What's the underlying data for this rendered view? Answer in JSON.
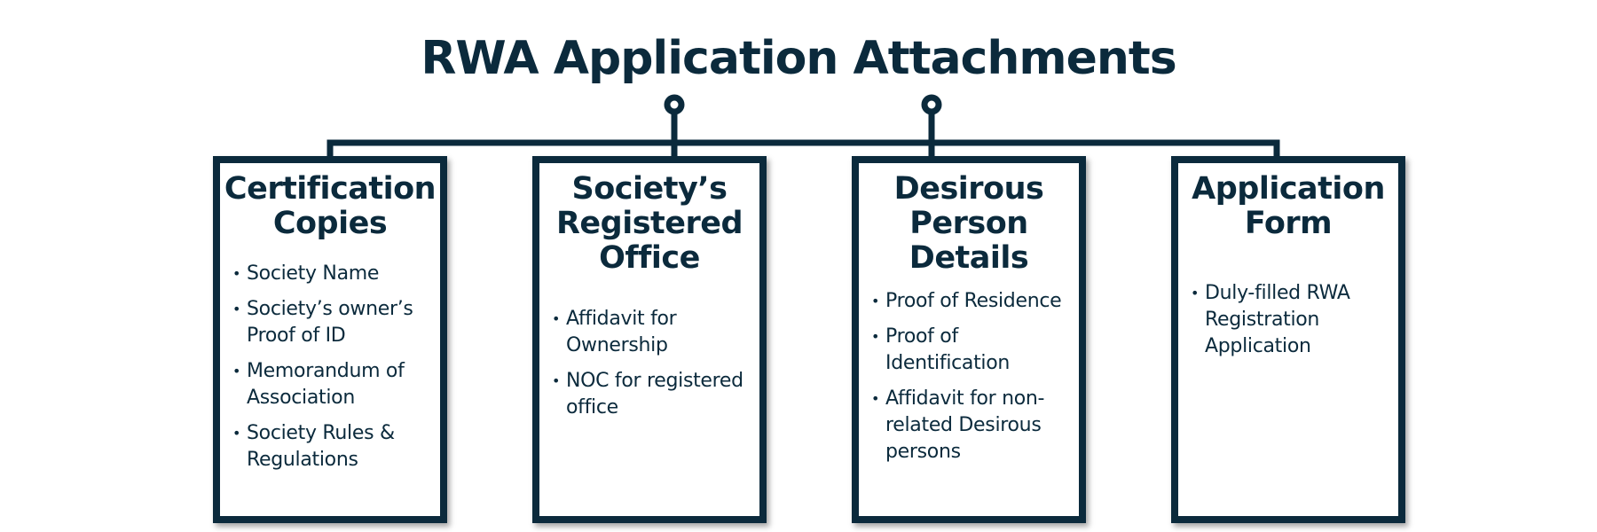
{
  "title": "RWA Application Attachments",
  "cards": [
    {
      "title": "Certification Copies",
      "items": [
        "Society Name",
        "Society’s owner’s Proof of ID",
        "Memorandum of Association",
        "Society Rules & Regulations"
      ]
    },
    {
      "title": "Society’s Registered Office",
      "items": [
        "Affidavit for Ownership",
        "NOC for registered office"
      ]
    },
    {
      "title": "Desirous Person Details",
      "items": [
        "Proof of Residence",
        "Proof of Identification",
        "Affidavit for non-related Desirous persons"
      ]
    },
    {
      "title": "Application Form",
      "items": [
        "Duly-filled RWA Registration Application"
      ]
    }
  ],
  "colors": {
    "primary": "#0b2a3c",
    "background": "#ffffff"
  }
}
